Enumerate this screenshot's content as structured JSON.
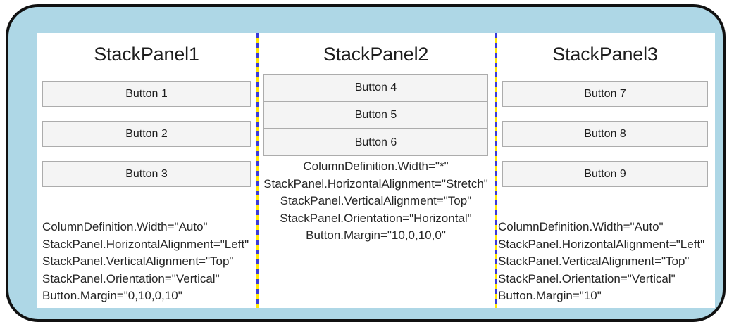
{
  "frame": {
    "border_color": "#111111",
    "band_color": "#aed7e6",
    "panel_color": "#ffffff"
  },
  "divider": {
    "base_color": "#ffe800",
    "dash_color": "#3a3ad8"
  },
  "button_style": {
    "fill": "#f4f4f4",
    "border": "#acacac",
    "text_color": "#1d1d1d"
  },
  "columns": [
    {
      "heading": "StackPanel1",
      "buttons": [
        "Button 1",
        "Button 2",
        "Button 3"
      ],
      "annotation": [
        "ColumnDefinition.Width=\"Auto\"",
        "StackPanel.HorizontalAlignment=\"Left\"",
        "StackPanel.VerticalAlignment=\"Top\"",
        "StackPanel.Orientation=\"Vertical\"",
        "Button.Margin=\"0,10,0,10\""
      ]
    },
    {
      "heading": "StackPanel2",
      "buttons": [
        "Button 4",
        "Button 5",
        "Button 6"
      ],
      "annotation": [
        "ColumnDefinition.Width=\"*\"",
        "StackPanel.HorizontalAlignment=\"Stretch\"",
        "StackPanel.VerticalAlignment=\"Top\"",
        "StackPanel.Orientation=\"Horizontal\"",
        "Button.Margin=\"10,0,10,0\""
      ]
    },
    {
      "heading": "StackPanel3",
      "buttons": [
        "Button 7",
        "Button 8",
        "Button 9"
      ],
      "annotation": [
        "ColumnDefinition.Width=\"Auto\"",
        "StackPanel.HorizontalAlignment=\"Left\"",
        "StackPanel.VerticalAlignment=\"Top\"",
        "StackPanel.Orientation=\"Vertical\"",
        "Button.Margin=\"10\""
      ]
    }
  ]
}
